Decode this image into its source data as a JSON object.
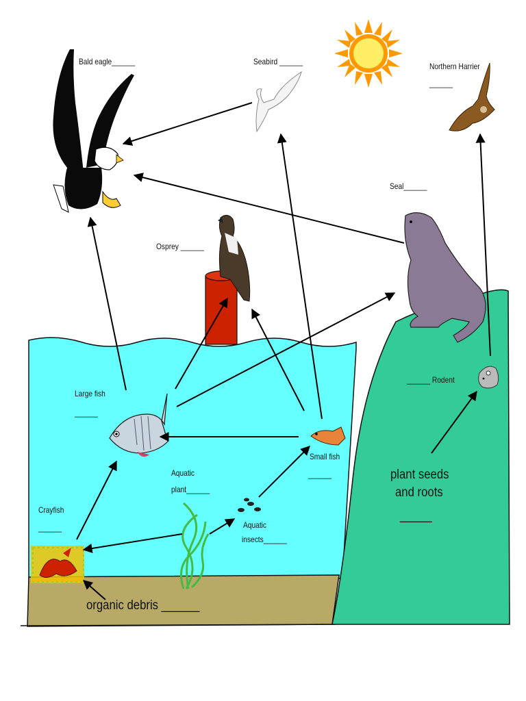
{
  "diagram": {
    "labels": {
      "bald_eagle": "Bald eagle______",
      "seabird": "Seabird ______",
      "northern_harrier_1": "Northern Harrier",
      "northern_harrier_2": "______",
      "seal": "Seal______",
      "osprey": "Osprey ______",
      "large_fish_1": "Large fish",
      "large_fish_2": "______",
      "rodent": "______ Rodent",
      "small_fish_1": "Small fish",
      "small_fish_2": "______",
      "aquatic_plant_1": "Aquatic",
      "aquatic_plant_2": "plant______",
      "crayfish_1": "Crayfish",
      "crayfish_2": "______",
      "aquatic_insects_1": "Aquatic",
      "aquatic_insects_2": "insects______",
      "plant_seeds_1": "plant seeds",
      "plant_seeds_2": "and roots",
      "plant_seeds_3": "_____",
      "organic_debris": "organic debris ______"
    },
    "colors": {
      "water": "#66ffff",
      "sediment": "#b8aa66",
      "land": "#33cc99",
      "post": "#cc2200",
      "sun": "#ffee66",
      "sun_rays": "#ff9900",
      "seal": "#8a7a96",
      "arrow": "#000000"
    }
  }
}
